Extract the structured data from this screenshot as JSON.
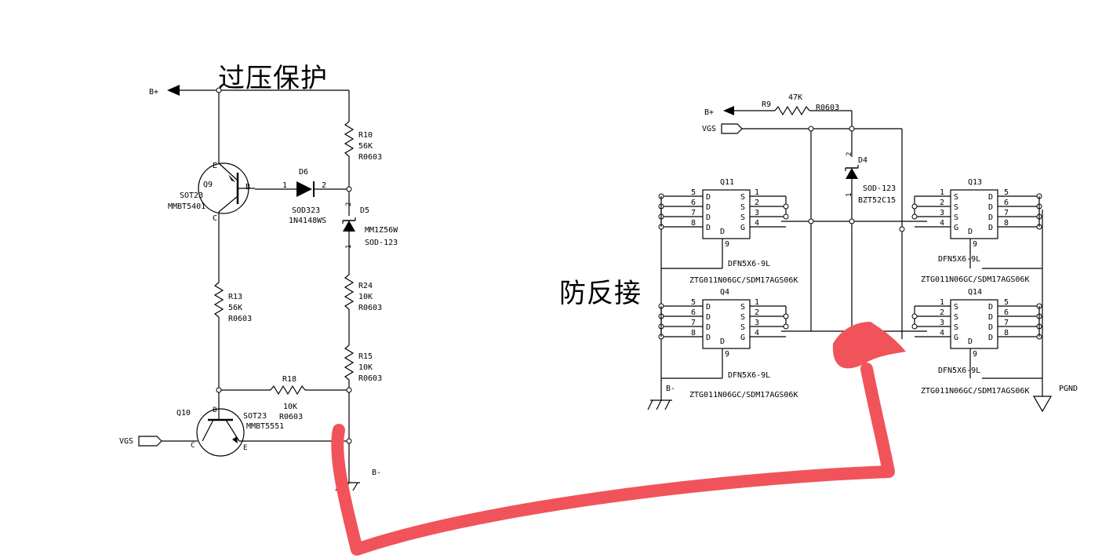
{
  "headings": {
    "overvoltage": "过压保护",
    "reverse": "防反接"
  },
  "left_circuit": {
    "net_bplus": "B+",
    "net_bminus": "B-",
    "net_vgs": "VGS",
    "q9": {
      "ref": "Q9",
      "pkg": "SOT23",
      "part": "MMBT5401",
      "e": "E",
      "b": "B",
      "c": "C"
    },
    "q10": {
      "ref": "Q10",
      "pkg": "SOT23",
      "part": "MMBT5551",
      "b": "B",
      "c": "C",
      "e": "E"
    },
    "d6": {
      "ref": "D6",
      "pkg": "SOD323",
      "part": "1N4148WS",
      "pin1": "1",
      "pin2": "2"
    },
    "d5": {
      "ref": "D5",
      "part": "MM1Z56W",
      "pkg": "SOD-123",
      "pin1": "1",
      "pin2": "2"
    },
    "r10": {
      "ref": "R10",
      "value": "56K",
      "pkg": "R0603"
    },
    "r13": {
      "ref": "R13",
      "value": "56K",
      "pkg": "R0603"
    },
    "r24": {
      "ref": "R24",
      "value": "10K",
      "pkg": "R0603"
    },
    "r15": {
      "ref": "R15",
      "value": "10K",
      "pkg": "R0603"
    },
    "r18": {
      "ref": "R18",
      "value": "10K",
      "pkg": "R0603"
    }
  },
  "right_circuit": {
    "net_bplus": "B+",
    "net_vgs": "VGS",
    "net_bminus": "B-",
    "net_pgnd": "PGND",
    "r9": {
      "ref": "R9",
      "value": "47K",
      "pkg": "R0603"
    },
    "d4": {
      "ref": "D4",
      "pkg": "SOD-123",
      "part": "BZT52C15",
      "pin1": "1",
      "pin2": "2"
    },
    "mosfets": [
      {
        "ref": "Q11",
        "pkg": "DFN5X6-9L",
        "part": "ZTG011N06GC/SDM17AGS06K"
      },
      {
        "ref": "Q4",
        "pkg": "DFN5X6-9L",
        "part": "ZTG011N06GC/SDM17AGS06K"
      },
      {
        "ref": "Q13",
        "pkg": "DFN5X6-9L",
        "part": "ZTG011N06GC/SDM17AGS06K"
      },
      {
        "ref": "Q14",
        "pkg": "DFN5X6-9L",
        "part": "ZTG011N06GC/SDM17AGS06K"
      }
    ],
    "pin_nums_d": [
      "5",
      "6",
      "7",
      "8"
    ],
    "pin_nums_sg": [
      "1",
      "2",
      "3",
      "4"
    ],
    "pin_names_d": [
      "D",
      "D",
      "D",
      "D"
    ],
    "pin_names_sg": [
      "S",
      "S",
      "S",
      "G"
    ],
    "pin9_num": "9",
    "pin9_name": "D"
  },
  "annotation": {
    "stroke_color": "#f0545a",
    "meaning": "hand-drawn arrow"
  }
}
